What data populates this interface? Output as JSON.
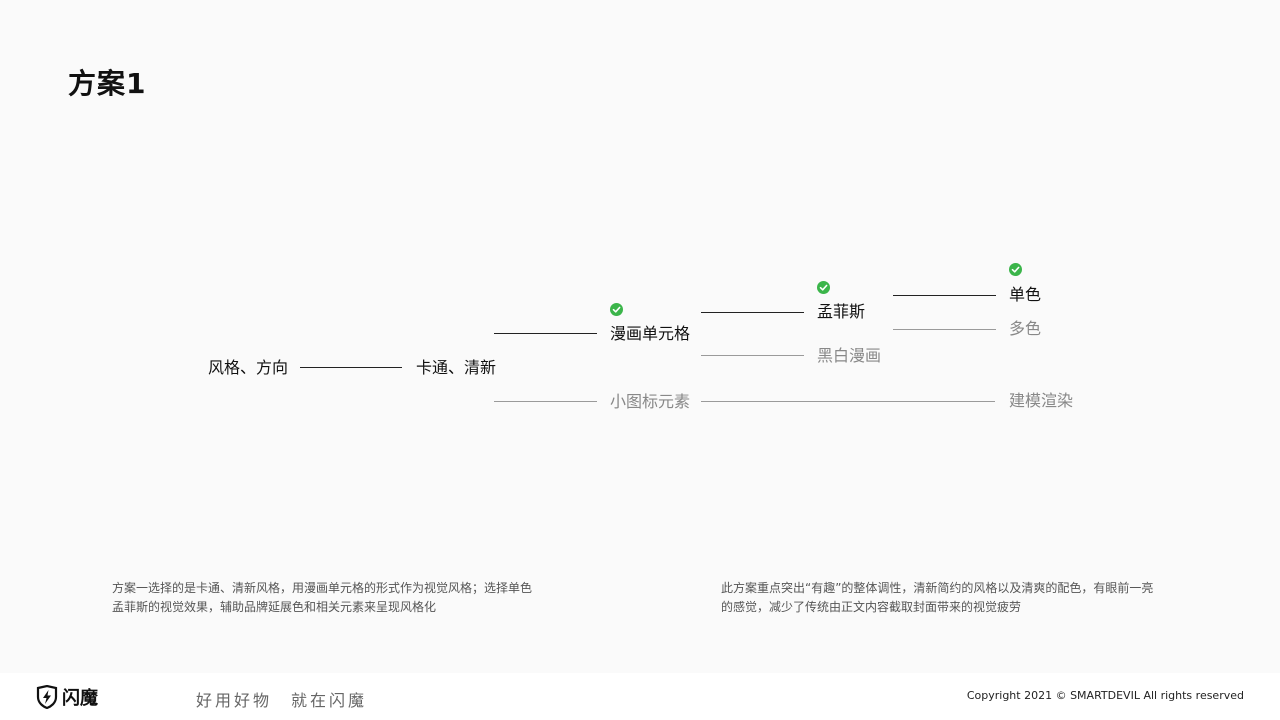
{
  "title": "方案1",
  "tree": {
    "root": "风格、方向",
    "level1": "卡通、清新",
    "level2": {
      "selected": "漫画单元格",
      "other": "小图标元素"
    },
    "level3": {
      "selected": "孟菲斯",
      "other": "黑白漫画"
    },
    "level4": {
      "selected": "单色",
      "other": "多色",
      "modeling": "建模渲染"
    },
    "colors": {
      "active": "#222222",
      "inactive": "#9a9a9a",
      "check": "#3bb54a"
    }
  },
  "descriptions": {
    "left": [
      "方案一选择的是卡通、清新风格，用漫画单元格的形式作为视觉风格；选择单色",
      "孟菲斯的视觉效果，辅助品牌延展色和相关元素来呈现风格化"
    ],
    "right": [
      "此方案重点突出“有趣”的整体调性，清新简约的风格以及清爽的配色，有眼前一亮",
      "的感觉，减少了传统由正文内容截取封面带来的视觉疲劳"
    ]
  },
  "footer": {
    "brand": "闪魔",
    "slogan": "好用好物　就在闪魔",
    "copyright": "Copyright 2021 © SMARTDEVIL All rights reserved"
  }
}
